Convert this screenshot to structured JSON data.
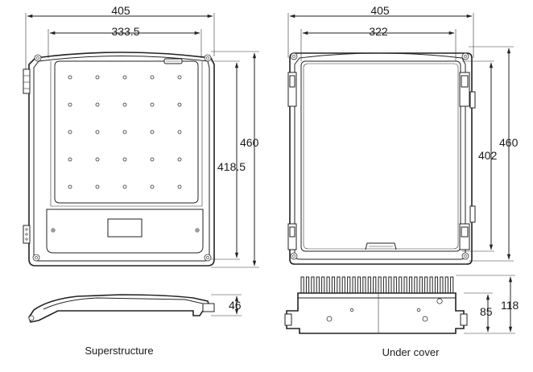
{
  "figure": {
    "left_view": {
      "width_outer": "405",
      "width_inner": "333.5",
      "height_outer": "460",
      "height_inner": "418.5",
      "caption": "Superstructure"
    },
    "right_view": {
      "width_outer": "405",
      "width_inner": "322",
      "height_outer": "460",
      "height_inner": "402",
      "caption": "Under cover"
    },
    "profiles": {
      "left_height": "46",
      "right_height_fin": "118",
      "right_height_body": "85"
    }
  }
}
